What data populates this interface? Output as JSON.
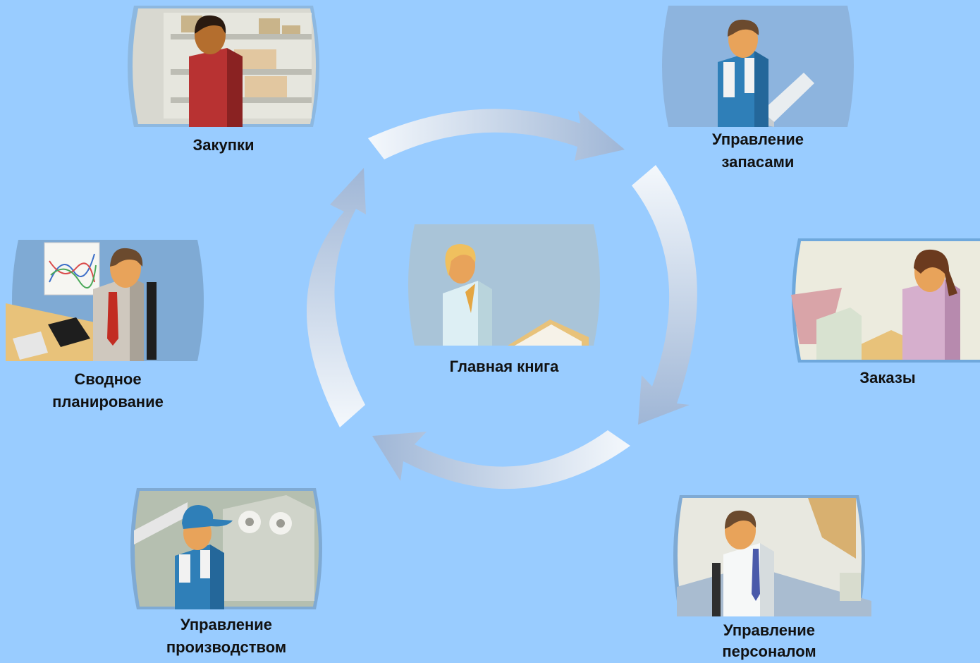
{
  "center": {
    "label": "Главная книга"
  },
  "nodes": {
    "purchasing": {
      "label": "Закупки"
    },
    "inventory": {
      "label_line1": "Управление",
      "label_line2": "запасами"
    },
    "orders": {
      "label": "Заказы"
    },
    "planning": {
      "label_line1": "Сводное",
      "label_line2": "планирование"
    },
    "production": {
      "label_line1": "Управление",
      "label_line2": "производством"
    },
    "personnel": {
      "label_line1": "Управление",
      "label_line2": "персоналом"
    }
  },
  "colors": {
    "background": "#99CCFF",
    "arrow_light": "#F4F8FC",
    "arrow_dark": "#9FB6D6",
    "frame": "#6FA8DC",
    "skin": "#E8A35A"
  }
}
